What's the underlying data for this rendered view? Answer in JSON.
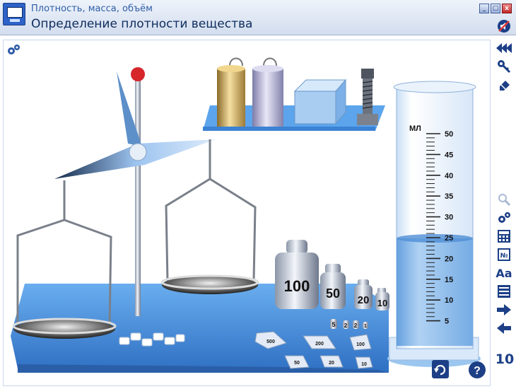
{
  "window": {
    "subtitle": "Плотность, масса, объём",
    "title": "Определение плотности вещества"
  },
  "window_buttons": [
    "_",
    "□",
    "x"
  ],
  "cylinder": {
    "unit": "МЛ",
    "scale_labels": [
      "50",
      "45",
      "40",
      "35",
      "30",
      "25",
      "20",
      "15",
      "10",
      "5"
    ],
    "water_level_ml": 25
  },
  "weights": {
    "large": [
      "100",
      "50",
      "20",
      "10"
    ],
    "tiny": [
      "5",
      "2",
      "2",
      "1"
    ],
    "plates_top": [
      "500",
      "200",
      "100"
    ],
    "plates_bottom": [
      "50",
      "20",
      "10"
    ]
  },
  "toolbar": {
    "page_number": "10",
    "page_number_text_label": "Aa",
    "tools": [
      "settings-gear-icon",
      "rewind-icon",
      "key-icon",
      "eraser-icon"
    ],
    "tools_lower": [
      "magnifier-icon",
      "gears-icon",
      "calculator-icon",
      "notebook-icon",
      "text-icon",
      "list-icon",
      "next-arrow-icon",
      "prev-arrow-icon"
    ]
  },
  "colors": {
    "title_bg": "#dbe4f3",
    "title_text": "#0e2c5e",
    "table_blue": "#5b9fe6",
    "water_blue": "#7fb3e8",
    "toolbar_icons": "#1d3f86"
  }
}
